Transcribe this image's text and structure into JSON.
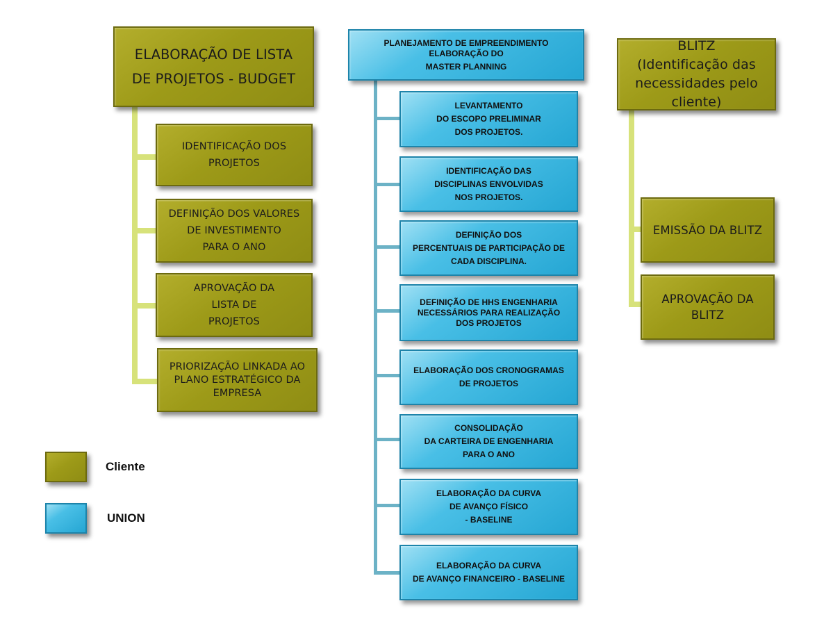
{
  "left_column": {
    "header": [
      "ELABORAÇÃO DE LISTA",
      "DE PROJETOS - BUDGET"
    ],
    "items": [
      [
        "IDENTIFICAÇÃO DOS",
        "PROJETOS"
      ],
      [
        "DEFINIÇÃO DOS VALORES",
        "DE INVESTIMENTO",
        "PARA O ANO"
      ],
      [
        "APROVAÇÃO DA",
        "LISTA DE",
        "PROJETOS"
      ],
      [
        "PRIORIZAÇÃO LINKADA AO",
        "PLANO ESTRATÉGICO DA",
        "EMPRESA"
      ]
    ]
  },
  "middle_column": {
    "header": [
      "PLANEJAMENTO DE EMPREENDIMENTO",
      "ELABORAÇÃO DO",
      "MASTER PLANNING"
    ],
    "items": [
      [
        "LEVANTAMENTO",
        "DO ESCOPO PRELIMINAR",
        "DOS PROJETOS."
      ],
      [
        "IDENTIFICAÇÃO DAS",
        "DISCIPLINAS ENVOLVIDAS",
        "NOS PROJETOS."
      ],
      [
        "DEFINIÇÃO DOS",
        "PERCENTUAIS DE PARTICIPAÇÃO DE",
        "CADA DISCIPLINA."
      ],
      [
        "DEFINIÇÃO DE HHS ENGENHARIA",
        "NECESSÁRIOS PARA REALIZAÇÃO",
        "DOS PROJETOS"
      ],
      [
        "ELABORAÇÃO DOS CRONOGRAMAS",
        "DE PROJETOS"
      ],
      [
        "CONSOLIDAÇÃO",
        "DA CARTEIRA DE ENGENHARIA",
        "PARA O ANO"
      ],
      [
        "ELABORAÇÃO DA CURVA",
        "DE AVANÇO FÍSICO",
        "- BASELINE"
      ],
      [
        "ELABORAÇÃO DA CURVA",
        "DE AVANÇO FINANCEIRO - BASELINE"
      ]
    ]
  },
  "right_column": {
    "header": [
      "BLITZ",
      "(Identificação das",
      "necessidades pelo cliente)"
    ],
    "items": [
      [
        "EMISSÃO DA BLITZ"
      ],
      [
        "APROVAÇÃO DA",
        "BLITZ"
      ]
    ]
  },
  "legend": {
    "cliente_label": "Cliente",
    "union_label": "UNION"
  },
  "colors": {
    "cliente": "#9d9a18",
    "union": "#25a6d3",
    "cliente_connector": "#d7e27a",
    "union_connector": "#6cb2c6"
  }
}
